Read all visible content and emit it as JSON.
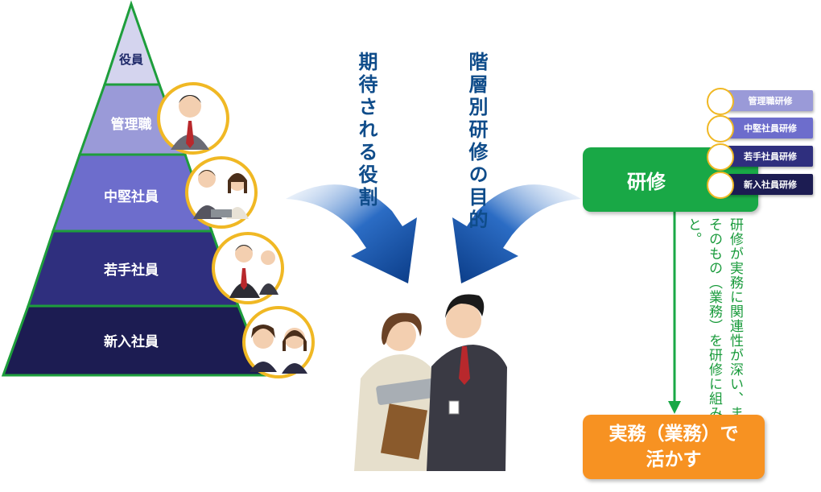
{
  "pyramid": {
    "tiers": [
      {
        "label": "役員",
        "color": "#d4d4ee",
        "text_color": "#1f2a6a"
      },
      {
        "label": "管理職",
        "color": "#9a9ad8",
        "text_color": "#ffffff"
      },
      {
        "label": "中堅社員",
        "color": "#6d6dcc",
        "text_color": "#ffffff"
      },
      {
        "label": "若手社員",
        "color": "#2f2f7e",
        "text_color": "#ffffff"
      },
      {
        "label": "新入社員",
        "color": "#1c1c52",
        "text_color": "#ffffff"
      }
    ],
    "border_color": "#1e9e3c"
  },
  "center": {
    "expected_role": "期待される役割",
    "training_purpose": "階層別研修の目的"
  },
  "training": {
    "box_label": "研修",
    "courses": [
      {
        "label": "管理職研修",
        "color": "#9a9ad8"
      },
      {
        "label": "中堅社員研修",
        "color": "#6d6dcc"
      },
      {
        "label": "若手社員研修",
        "color": "#2f2f7e"
      },
      {
        "label": "新入社員研修",
        "color": "#1c1c52"
      }
    ],
    "note": "研修が実務に関連性が深い、または実務そのもの（業務）を研修に組み込むこと。"
  },
  "result": {
    "line1": "実務（業務）で",
    "line2": "活かす"
  },
  "colors": {
    "arrow_blue": "#0c4a9c",
    "green": "#19a846",
    "orange": "#f79222",
    "text_blue": "#0f4c8a"
  }
}
